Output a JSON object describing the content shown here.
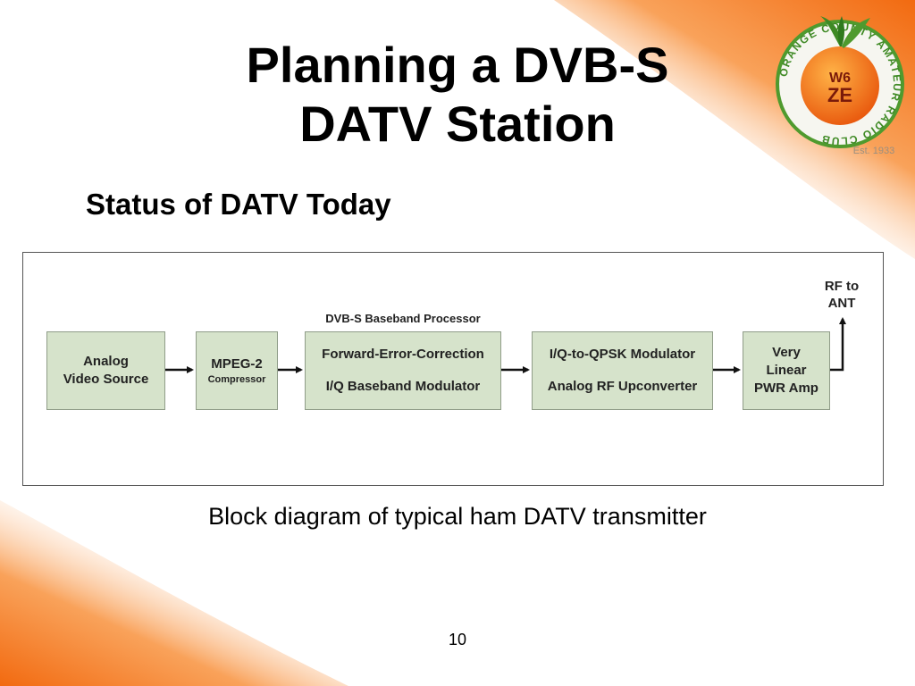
{
  "slide": {
    "title_line1": "Planning a DVB-S",
    "title_line2": "DATV Station",
    "subtitle": "Status of DATV Today",
    "caption": "Block diagram of typical ham DATV transmitter",
    "page_number": "10"
  },
  "logo": {
    "ring_text": "ORANGE COUNTY AMATEUR RADIO CLUB",
    "callsign_top": "W6",
    "callsign_bottom": "ZE",
    "established": "Est. 1933"
  },
  "diagram": {
    "blocks": [
      {
        "id": "video-source",
        "line1": "Analog",
        "line2": "Video Source"
      },
      {
        "id": "mpeg2",
        "line1": "MPEG-2",
        "line2": "Compressor"
      },
      {
        "id": "baseband",
        "group_label": "DVB-S Baseband Processor",
        "line1": "Forward-Error-Correction",
        "line2": "I/Q Baseband Modulator"
      },
      {
        "id": "modulator",
        "line1": "I/Q-to-QPSK Modulator",
        "line2": "Analog RF Upconverter"
      },
      {
        "id": "amp",
        "line1": "Very",
        "line2": "Linear",
        "line3": "PWR Amp"
      }
    ],
    "output_label_line1": "RF to",
    "output_label_line2": "ANT"
  },
  "colors": {
    "accent": "#f47b20",
    "block_fill": "#d6e3cb",
    "block_border": "#8f9c88"
  }
}
